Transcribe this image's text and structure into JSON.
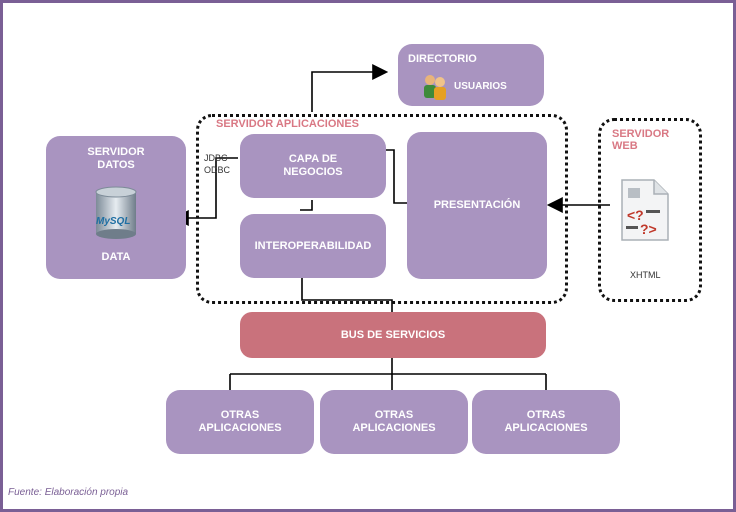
{
  "nodes": {
    "directorio": "DIRECTORIO",
    "usuarios": "USUARIOS",
    "servidor_aplicaciones": "SERVIDOR APLICACIONES",
    "servidor_datos_1": "SERVIDOR",
    "servidor_datos_2": "DATOS",
    "data": "DATA",
    "jdbc": "JDBC",
    "odbc": "ODBC",
    "capa_1": "CAPA DE",
    "capa_2": "NEGOCIOS",
    "interoperabilidad": "INTEROPERABILIDAD",
    "presentacion": "PRESENTACIÓN",
    "servidor_web_1": "SERVIDOR",
    "servidor_web_2": "WEB",
    "xhtml": "XHTML",
    "bus": "BUS DE SERVICIOS",
    "otras_1": "OTRAS",
    "otras_2": "APLICACIONES",
    "mysql": "MySQL"
  },
  "footer": "Fuente: Elaboración propia",
  "colors": {
    "frame": "#7a5f95",
    "box": "#a994c0",
    "bus": "#c9727c",
    "accent": "#d97884"
  }
}
